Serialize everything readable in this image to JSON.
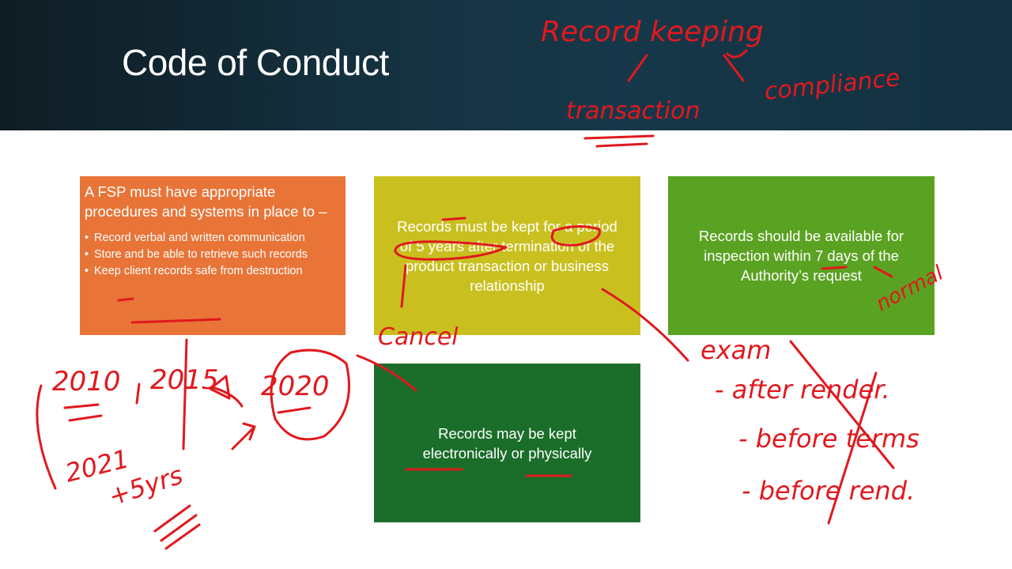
{
  "slide": {
    "title": "Code of Conduct"
  },
  "cards": {
    "requirements": {
      "heading": "A FSP must have appropriate procedures and systems in place to –",
      "bullets": [
        "Record verbal and written communication",
        "Store and be able to retrieve such records",
        "Keep client records safe from destruction"
      ]
    },
    "retention": {
      "text": "Records must be kept for a period of 5 years after termination of the product transaction or business relationship"
    },
    "availability": {
      "text": "Records should be available for inspection within 7 days of the Authority’s request"
    },
    "format": {
      "text": "Records may be kept electronically or physically"
    }
  },
  "annotations": {
    "record_keeping": "Record keeping",
    "transaction": "transaction",
    "compliance": "compliance",
    "cancel": "Cancel",
    "normal": "normal",
    "exam": "exam",
    "after_render": "- after render.",
    "before_terms": "- before terms",
    "before_rend": "- before rend.",
    "year_2010": "2010",
    "year_2015": "2015",
    "year_2020": "2020",
    "year_2021": "2021",
    "plus_5yrs": "+5yrs"
  }
}
